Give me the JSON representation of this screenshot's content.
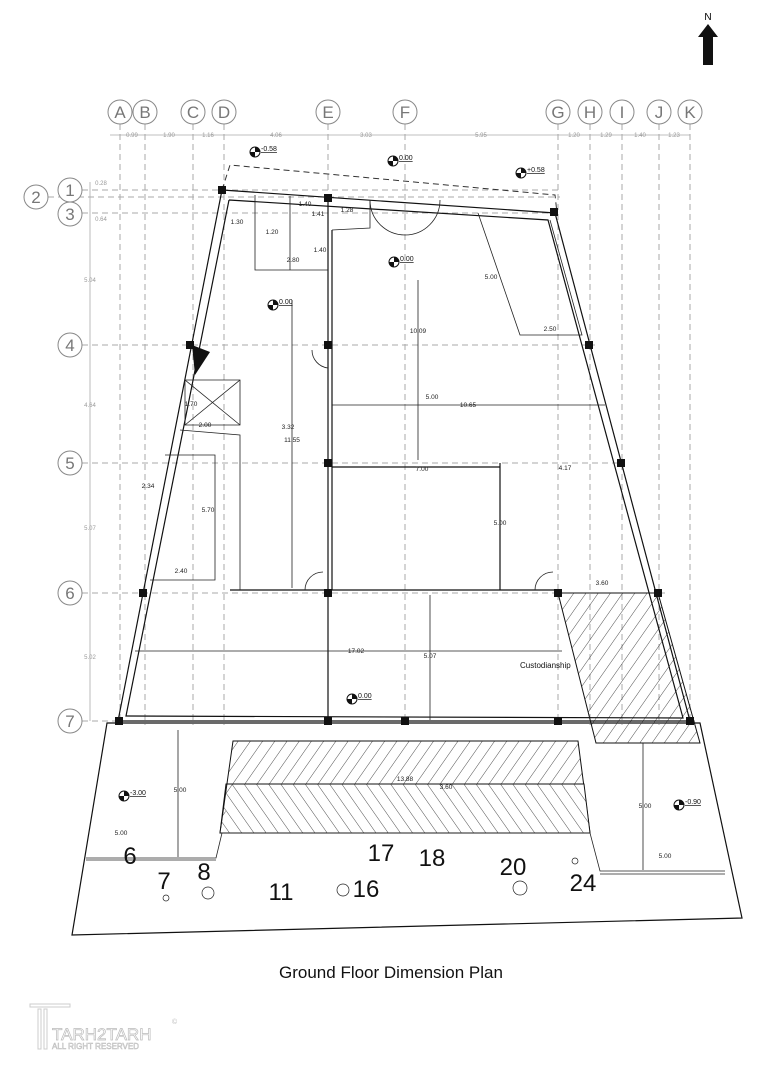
{
  "north_label": "N",
  "title": "Ground Floor Dimension Plan",
  "logo": {
    "name": "TARH2TARH",
    "sub": "ALL RIGHT RESERVED",
    "mark": "©"
  },
  "grid_columns": [
    "A",
    "B",
    "C",
    "D",
    "E",
    "F",
    "G",
    "H",
    "I",
    "J",
    "K"
  ],
  "grid_rows": [
    "1",
    "2",
    "3",
    "4",
    "5",
    "6",
    "7"
  ],
  "top_dims": [
    "0.99",
    "1.90",
    "1.16",
    "4.06",
    "3.03",
    "5.95",
    "1.20",
    "1.29",
    "1.40",
    "1.23"
  ],
  "left_dims": [
    "0.28",
    "0.64",
    "5.04",
    "4.64",
    "5.07",
    "5.02"
  ],
  "elevations": [
    "-0.58",
    "0.00",
    "+0.58",
    "0.00",
    "0.00",
    "0.00",
    "-3.00",
    "-0.90"
  ],
  "dims": [
    "1.40",
    "1.41",
    "1.28",
    "1.30",
    "1.20",
    "1.40",
    "2.80",
    "10.09",
    "5.00",
    "10.65",
    "1.70",
    "2.00",
    "3.32",
    "11.55",
    "7.00",
    "4.17",
    "2.34",
    "5.70",
    "5.00",
    "2.40",
    "5.00",
    "2.50",
    "3.60",
    "17.02",
    "5.07",
    "13.88",
    "3.60",
    "5.00",
    "5.00",
    "5.00",
    "5.00"
  ],
  "room_label": "Custodianship",
  "plot_numbers": [
    "6",
    "7",
    "8",
    "11",
    "16",
    "17",
    "18",
    "20",
    "24"
  ]
}
